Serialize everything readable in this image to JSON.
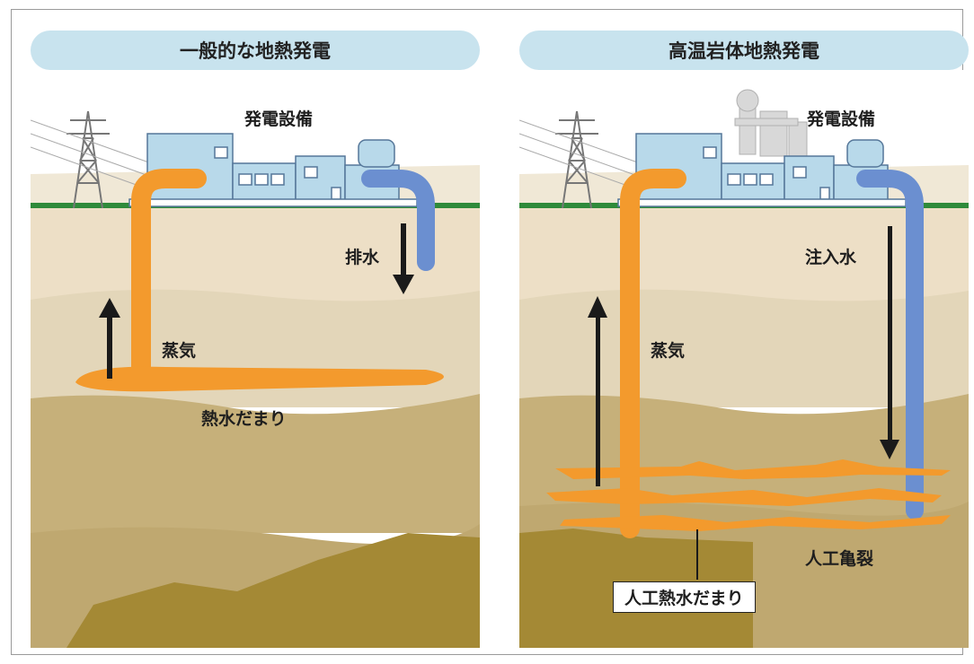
{
  "panels": [
    {
      "title": "一般的な地熱発電",
      "labels": {
        "facility": "発電設備",
        "drainage": "排水",
        "steam": "蒸気",
        "reservoir": "熱水だまり"
      }
    },
    {
      "title": "高温岩体地熱発電",
      "labels": {
        "facility": "発電設備",
        "injection": "注入水",
        "steam": "蒸気",
        "fracture": "人工亀裂",
        "artificial_reservoir": "人工熱水だまり"
      }
    }
  ],
  "colors": {
    "steam_pipe": "#f39a2d",
    "water_pipe": "#6b8fd0",
    "building": "#b8d9ea",
    "sky_ground": "#efe7d6",
    "rock_dark": "#a98d3e"
  }
}
